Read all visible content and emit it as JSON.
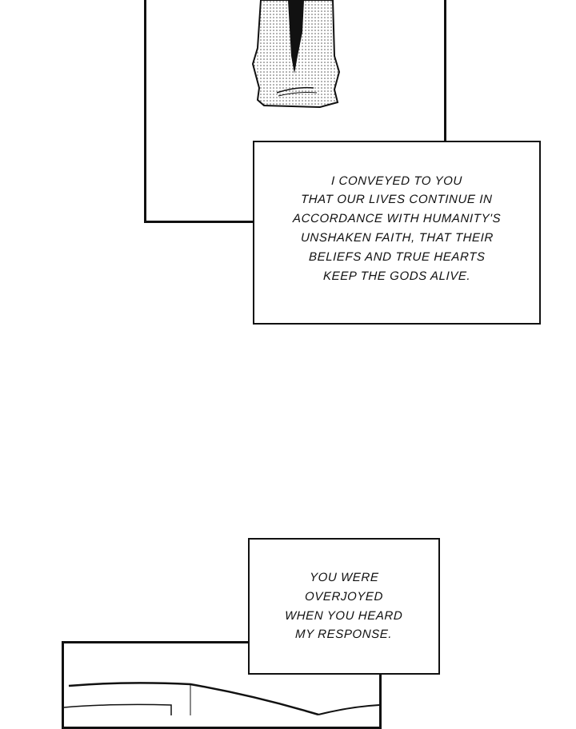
{
  "captions": [
    {
      "lines": [
        "I conveyed to you",
        "that our lives continue in",
        "accordance with humanity's",
        "unshaken faith, that their",
        "beliefs and true hearts",
        "keep the gods alive."
      ]
    },
    {
      "lines": [
        "You were",
        "overjoyed",
        "when you heard",
        "my response."
      ]
    }
  ]
}
